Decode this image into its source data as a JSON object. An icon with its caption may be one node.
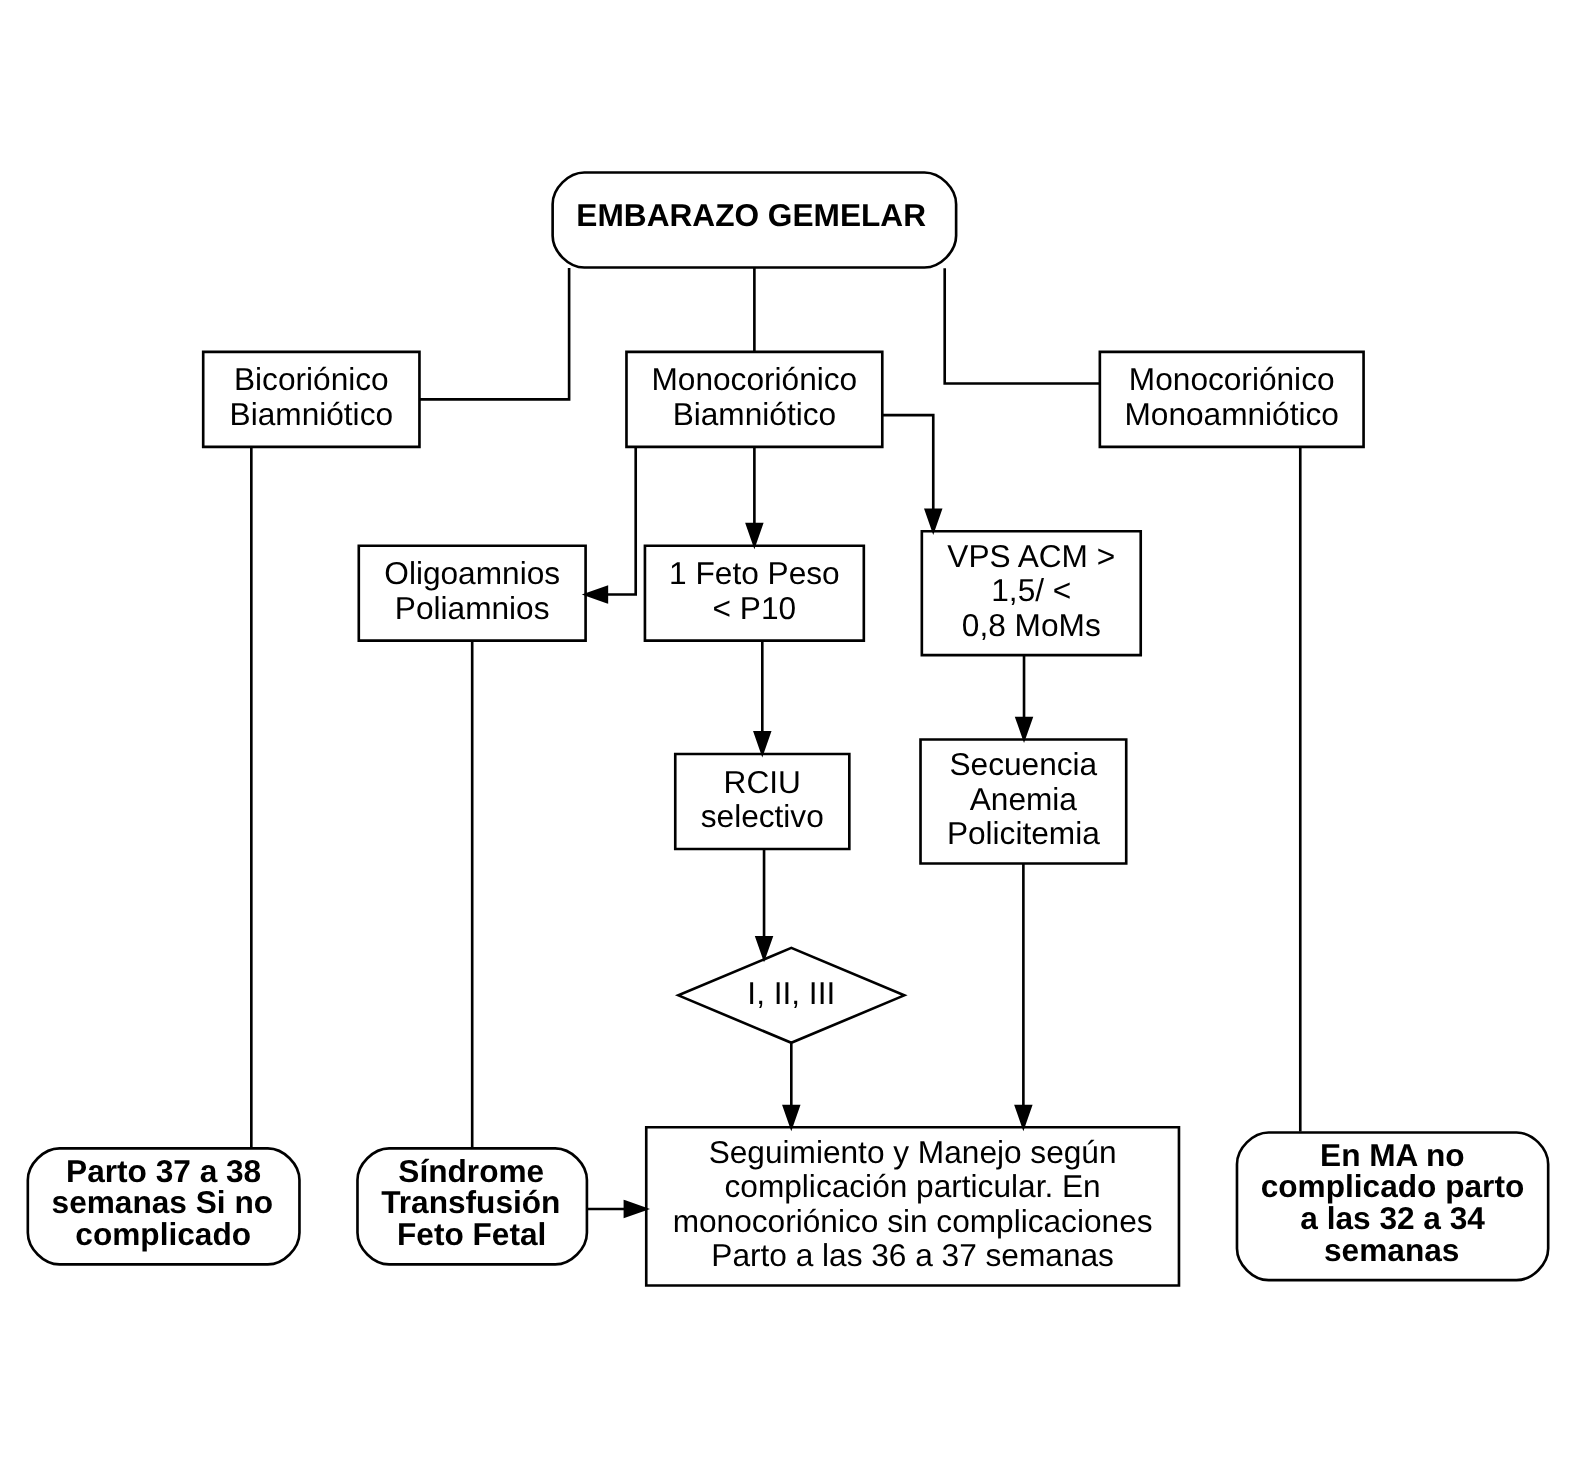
{
  "diagram": {
    "nodes": [
      {
        "text": [
          "EMBARAZO GEMELAR"
        ]
      },
      {
        "text": [
          "Bicoriónico Biamniótico"
        ]
      },
      {
        "text": [
          "Monocoriónico Biamniótico"
        ]
      },
      {
        "text": [
          "Monocoriónico Monoamniótico"
        ]
      },
      {
        "text": [
          "Oligoamnios Poliamnios"
        ]
      },
      {
        "text": [
          "1 Feto Peso < P10"
        ]
      },
      {
        "text": [
          "VPS ACM > 1,5/ < 0,8 MoMs"
        ]
      },
      {
        "text": [
          "RCIU selectivo"
        ]
      },
      {
        "text": [
          "I, II, III"
        ]
      },
      {
        "text": [
          "Secuencia Anemia Policitemia"
        ]
      },
      {
        "text": [
          "Parto 37 a 38 semanas Si no complicado"
        ]
      },
      {
        "text": [
          "Síndrome Transfusión Feto Fetal"
        ]
      },
      {
        "text": [
          "Seguimiento y Manejo según complicación particular. En monocoriónico sin complicaciones Parto a las 36 a 37 semanas"
        ]
      },
      {
        "text": [
          "En MA no complicado parto a las 32 a 34 semanas"
        ]
      }
    ],
    "edges": [
      {
        "from": 0,
        "to": 1,
        "arrow": "none"
      },
      {
        "from": 0,
        "to": 2,
        "arrow": "none"
      },
      {
        "from": 0,
        "to": 3,
        "arrow": "none"
      },
      {
        "from": 2,
        "to": 4,
        "arrow": "to"
      },
      {
        "from": 2,
        "to": 5,
        "arrow": "to"
      },
      {
        "from": 2,
        "to": 6,
        "arrow": "to"
      },
      {
        "from": 5,
        "to": 7,
        "arrow": "to"
      },
      {
        "from": 7,
        "to": 8,
        "arrow": "to"
      },
      {
        "from": 6,
        "to": 9,
        "arrow": "to"
      },
      {
        "from": 1,
        "to": 10,
        "arrow": "none"
      },
      {
        "from": 4,
        "to": 11,
        "arrow": "none"
      },
      {
        "from": 11,
        "to": 12,
        "arrow": "to"
      },
      {
        "from": 8,
        "to": 12,
        "arrow": "to"
      },
      {
        "from": 9,
        "to": 12,
        "arrow": "to"
      },
      {
        "from": 3,
        "to": 13,
        "arrow": "none"
      }
    ]
  }
}
